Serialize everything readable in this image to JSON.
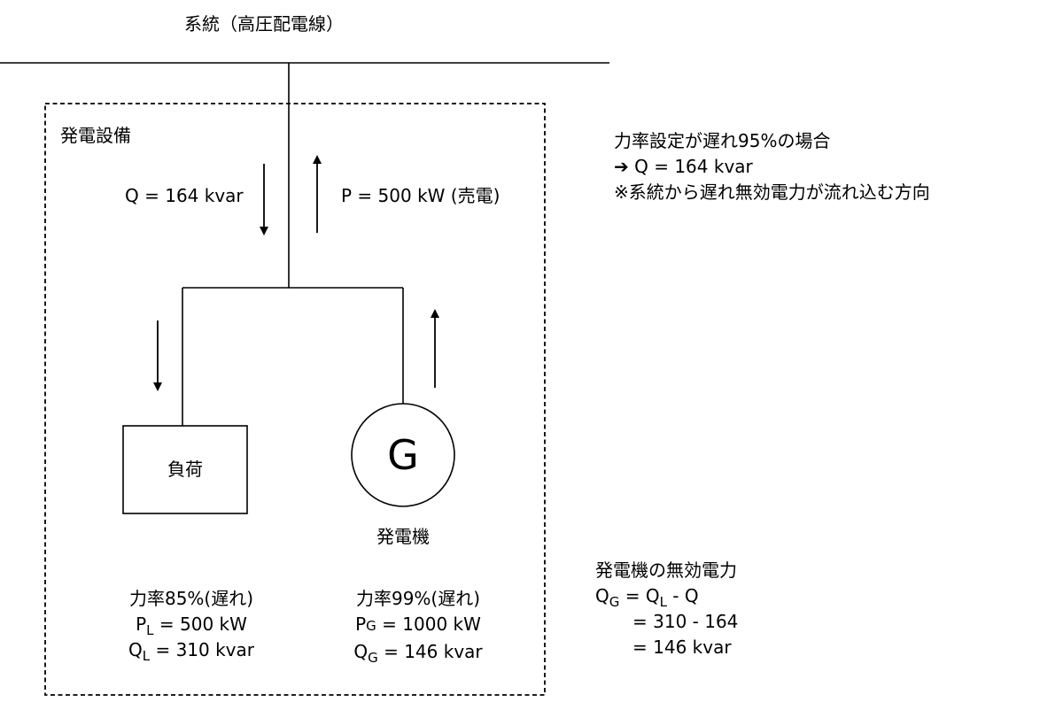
{
  "grid_label": "系統（高圧配電線）",
  "facility_label": "発電設備",
  "flow_q": "Q = 164 kvar",
  "flow_p": "P = 500 kW (売電)",
  "load_label": "負荷",
  "generator_symbol": "G",
  "generator_label": "発電機",
  "load_info": {
    "power_factor": "力率85%(遅れ)",
    "p_symbol": "P",
    "p_sub": "L",
    "p_value": " = 500 kW",
    "q_symbol": "Q",
    "q_sub": "L",
    "q_value": " = 310 kvar"
  },
  "gen_info": {
    "power_factor": "力率99%(遅れ)",
    "p_symbol": "P",
    "p_sub": "G",
    "p_value": " = 1000 kW",
    "q_symbol": "Q",
    "q_sub": "G",
    "q_value": " = 146 kvar"
  },
  "note": {
    "line1": "力率設定が遅れ95%の場合",
    "line2": "➔ Q = 164 kvar",
    "line3": "※系統から遅れ無効電力が流れ込む方向"
  },
  "calc": {
    "title": "発電機の無効電力",
    "q_symbol": "Q",
    "q_sub": "G",
    "eq_mid": " = Q",
    "l_sub": "L",
    "eq_tail": " - Q",
    "line2": "= 310 - 164",
    "line3": "= 146 kvar"
  }
}
